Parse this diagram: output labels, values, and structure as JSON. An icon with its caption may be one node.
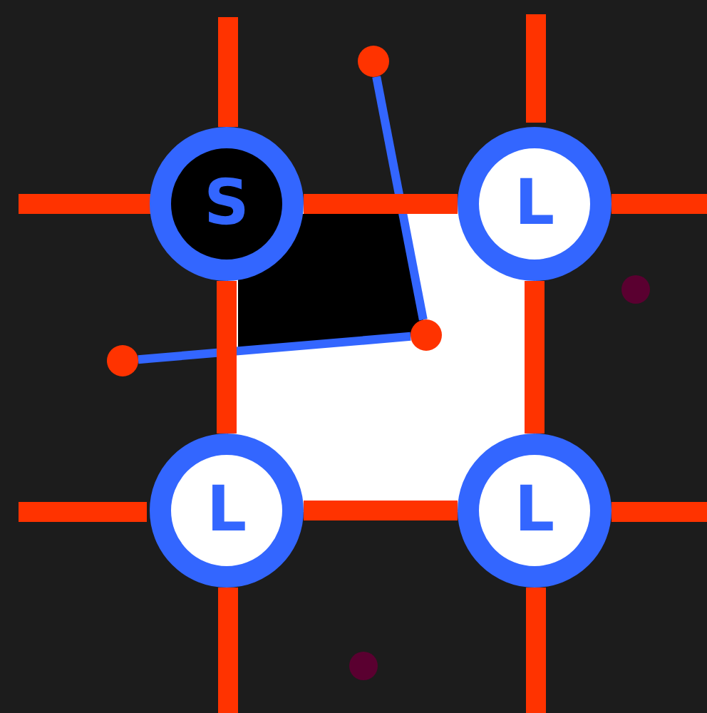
{
  "diagram": {
    "nodes": [
      {
        "text": [],
        "shape": "circle"
      },
      {
        "text": [
          "S"
        ]
      },
      {
        "text": [
          "L"
        ]
      },
      {
        "text": [],
        "shape": "circle"
      },
      {
        "text": [],
        "shape": "circle"
      },
      {
        "text": [
          "L"
        ]
      },
      {
        "text": [
          "L"
        ]
      }
    ],
    "edges": [
      {
        "from": 0,
        "to": 4,
        "arrow": "none",
        "color": "#3366ff"
      },
      {
        "from": 3,
        "to": 4,
        "arrow": "none",
        "color": "#3366ff"
      },
      {
        "from": 1,
        "to": 2,
        "arrow": "none"
      },
      {
        "from": 1,
        "to": 5,
        "arrow": "none"
      },
      {
        "from": 2,
        "to": 6,
        "arrow": "none"
      },
      {
        "from": 5,
        "to": 6,
        "arrow": "none"
      }
    ]
  }
}
